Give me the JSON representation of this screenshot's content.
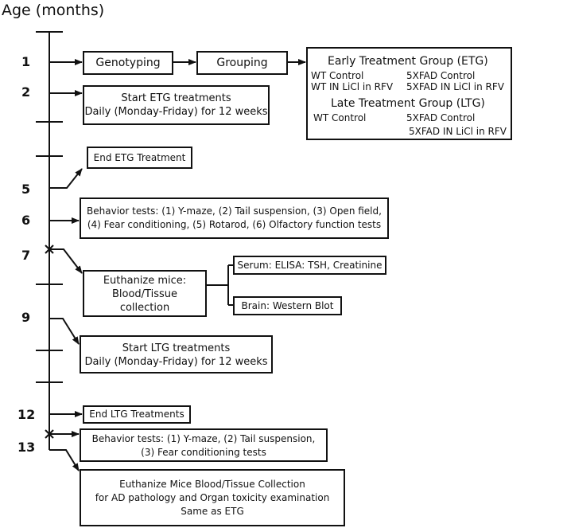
{
  "title": "Age (months)",
  "months": [
    "1",
    "2",
    "5",
    "6",
    "7",
    "9",
    "12",
    "13"
  ],
  "boxes": {
    "genotyping": "Genotyping",
    "grouping": "Grouping",
    "start_etg": [
      "Start ETG treatments",
      "Daily (Monday-Friday) for 12 weeks"
    ],
    "end_etg": "End ETG Treatment",
    "behavior_1": [
      "Behavior tests: (1) Y-maze, (2) Tail suspension, (3) Open field,",
      "(4) Fear conditioning, (5) Rotarod, (6) Olfactory function tests"
    ],
    "euthanize_1": [
      "Euthanize mice:",
      "Blood/Tissue",
      "collection"
    ],
    "serum": "Serum: ELISA: TSH, Creatinine",
    "brain": "Brain: Western Blot",
    "start_ltg": [
      "Start LTG treatments",
      "Daily (Monday-Friday) for 12 weeks"
    ],
    "end_ltg": "End LTG Treatments",
    "behavior_2": [
      "Behavior tests: (1) Y-maze, (2) Tail suspension,",
      "(3) Fear conditioning tests"
    ],
    "euthanize_2": [
      "Euthanize Mice Blood/Tissue Collection",
      "for AD pathology and Organ toxicity examination",
      "Same as ETG"
    ]
  },
  "groups": {
    "etg_title": "Early Treatment Group (ETG)",
    "etg": {
      "wt_control": "WT  Control",
      "fad_control": "5XFAD  Control",
      "wt_licl": "WT  IN LiCl in RFV",
      "fad_licl": "5XFAD  IN LiCl in RFV"
    },
    "ltg_title": "Late Treatment Group (LTG)",
    "ltg": {
      "wt_control": "WT  Control",
      "fad_control": "5XFAD Control",
      "fad_licl": "5XFAD  IN LiCl in RFV"
    }
  }
}
